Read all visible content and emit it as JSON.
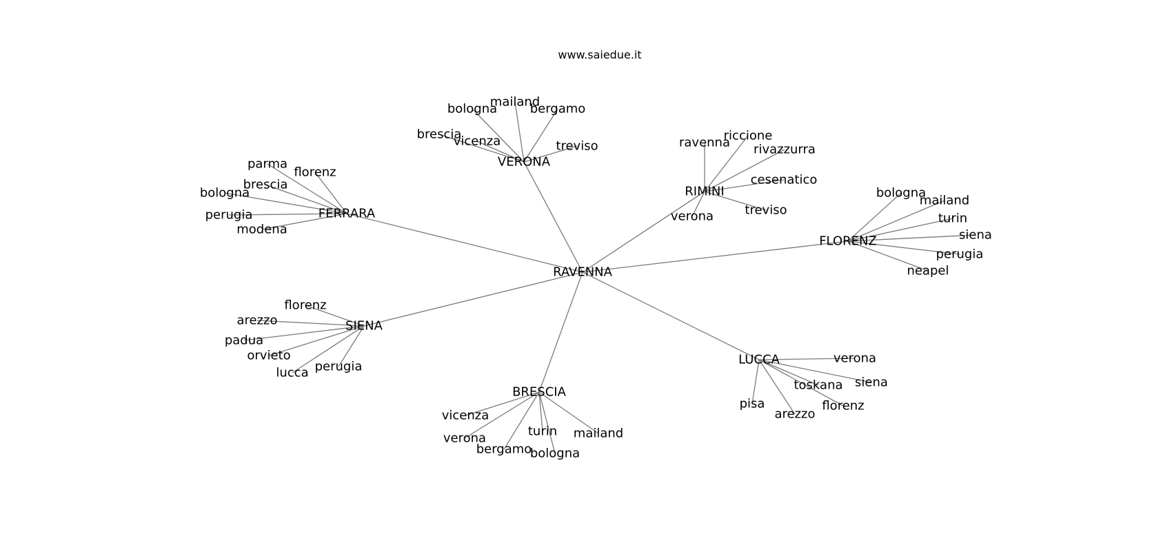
{
  "title": "www.saiedue.it",
  "colors": {
    "edge": "#7a7a7a",
    "label": "#000000",
    "background": "#ffffff"
  },
  "graph": {
    "root": "RAVENNA",
    "hubs": [
      {
        "id": "verona_hub",
        "label": "VERONA",
        "leaves": [
          "bologna",
          "mailand",
          "bergamo",
          "brescia",
          "vicenza",
          "treviso"
        ]
      },
      {
        "id": "ferrara_hub",
        "label": "FERRARA",
        "leaves": [
          "parma",
          "florenz",
          "brescia",
          "bologna",
          "perugia",
          "modena"
        ]
      },
      {
        "id": "rimini_hub",
        "label": "RIMINI",
        "leaves": [
          "ravenna",
          "riccione",
          "rivazzurra",
          "cesenatico",
          "treviso",
          "verona"
        ]
      },
      {
        "id": "florenz_hub",
        "label": "FLORENZ",
        "leaves": [
          "bologna",
          "mailand",
          "turin",
          "siena",
          "perugia",
          "neapel"
        ]
      },
      {
        "id": "siena_hub",
        "label": "SIENA",
        "leaves": [
          "florenz",
          "arezzo",
          "padua",
          "orvieto",
          "lucca",
          "perugia"
        ]
      },
      {
        "id": "brescia_hub",
        "label": "BRESCIA",
        "leaves": [
          "vicenza",
          "verona",
          "bergamo",
          "turin",
          "bologna",
          "mailand"
        ]
      },
      {
        "id": "lucca_hub",
        "label": "LUCCA",
        "leaves": [
          "verona",
          "siena",
          "toskana",
          "pisa",
          "arezzo",
          "florenz"
        ]
      }
    ]
  }
}
